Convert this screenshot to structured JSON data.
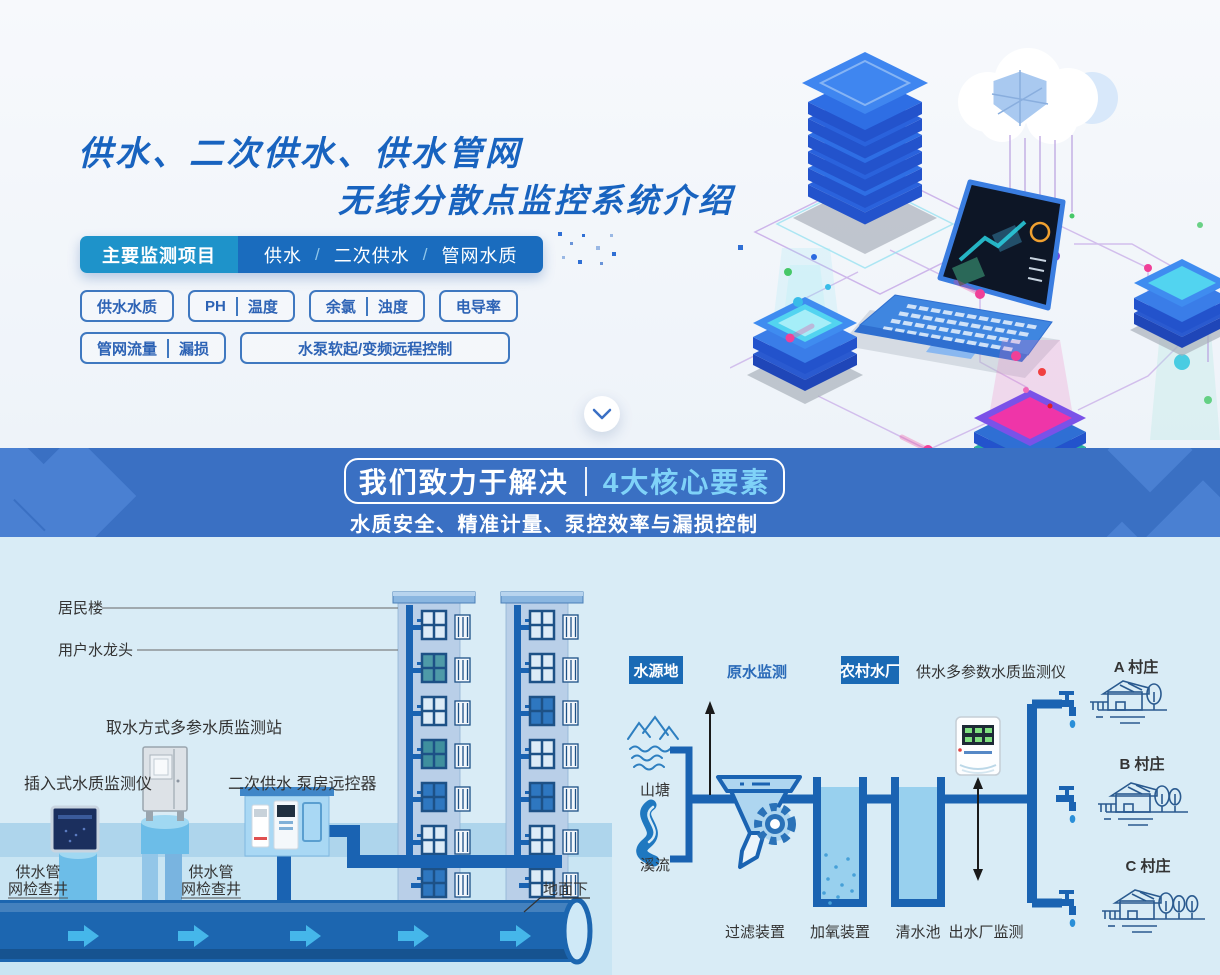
{
  "colors": {
    "brand_blue": "#1863bf",
    "banner_bg": "#3a70c3",
    "headline_accent": "#7fd2f8",
    "badge_blue": "#1a6ab5",
    "pipe_blue": "#1a63b2",
    "tab_left_bg": "#1e93ca",
    "tab_right_bg": "#1a6cbe"
  },
  "hero": {
    "title_line1": "供水、二次供水、供水管网",
    "title_line2": "无线分散点监控系统介绍",
    "tab_primary": "主要监测项目",
    "tab_separator": "/",
    "tab_items": [
      "供水",
      "二次供水",
      "管网水质"
    ],
    "tag_rows": [
      [
        [
          "供水水质"
        ],
        [
          "PH",
          "温度"
        ],
        [
          "余氯",
          "浊度"
        ],
        [
          "电导率"
        ]
      ],
      [
        [
          "管网流量",
          "漏损"
        ],
        [
          "水泵软起/变频远程控制"
        ]
      ]
    ]
  },
  "banner": {
    "headline_left": "我们致力于解决",
    "headline_right": "4大核心要素",
    "subtitle": "水质安全、精准计量、泵控效率与漏损控制"
  },
  "left_diagram": {
    "building_label": "居民楼",
    "faucet_label": "用户水龙头",
    "station_label": "取水方式多参水质监测站",
    "insert_label": "插入式水质监测仪",
    "pump_label": "二次供水 泵房远控器",
    "well_label_line1": "供水管",
    "well_label_line2": "网检查井",
    "underground_label": "地面下"
  },
  "right_diagram": {
    "source_badge": "水源地",
    "raw_monitor": "原水监测",
    "plant_badge": "农村水厂",
    "multi_monitor": "供水多参数水质监测仪",
    "pond": "山塘",
    "stream": "溪流",
    "filter": "过滤装置",
    "oxygen": "加氧装置",
    "clear_pool": "清水池",
    "outlet_monitor": "出水厂监测",
    "villages": [
      "A 村庄",
      "B 村庄",
      "C 村庄"
    ]
  }
}
